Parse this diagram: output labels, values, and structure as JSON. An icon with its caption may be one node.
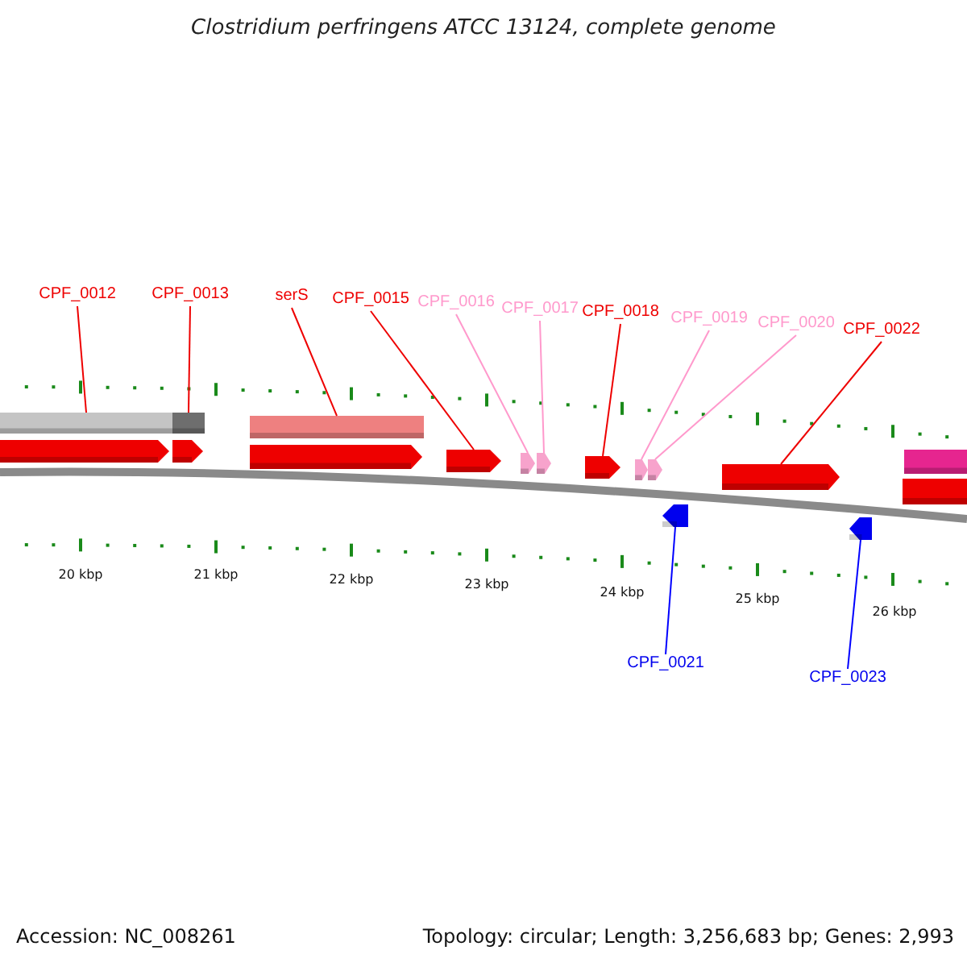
{
  "diagram": {
    "title": "Clostridium perfringens ATCC 13124, complete genome",
    "nodes": [
      {
        "text": [
          "CPF_0012"
        ]
      },
      {
        "text": [
          "CPF_0013"
        ]
      },
      {
        "text": [
          "serS"
        ]
      },
      {
        "text": [
          "CPF_0015"
        ]
      },
      {
        "text": [
          "CPF_0016"
        ]
      },
      {
        "text": [
          "CPF_0017"
        ]
      },
      {
        "text": [
          "CPF_0018"
        ]
      },
      {
        "text": [
          "CPF_0019"
        ]
      },
      {
        "text": [
          "CPF_0020"
        ]
      },
      {
        "text": [
          "CPF_0022"
        ]
      },
      {
        "text": [
          "CPF_0021"
        ]
      },
      {
        "text": [
          "CPF_0023"
        ]
      },
      {
        "text": [],
        "shape": "bar"
      },
      {
        "text": [],
        "shape": "bar"
      },
      {
        "text": [],
        "shape": "arrow"
      },
      {
        "text": [],
        "shape": "arrow"
      },
      {
        "text": [],
        "shape": "bar"
      },
      {
        "text": [],
        "shape": "arrow"
      },
      {
        "text": [],
        "shape": "arrow"
      },
      {
        "text": [],
        "shape": "arrow"
      },
      {
        "text": [],
        "shape": "arrow"
      },
      {
        "text": [],
        "shape": "arrow"
      },
      {
        "text": [],
        "shape": "arrow"
      },
      {
        "text": [],
        "shape": "arrow"
      },
      {
        "text": [],
        "shape": "arrow"
      },
      {
        "text": [],
        "shape": "arrow"
      },
      {
        "text": [],
        "shape": "arrow"
      },
      {
        "text": [],
        "shape": "bar"
      },
      {
        "text": [],
        "shape": "bar"
      }
    ],
    "edges": [
      {
        "from": 0,
        "to": 12,
        "arrow": "none"
      },
      {
        "from": 1,
        "to": 13,
        "arrow": "none"
      },
      {
        "from": 2,
        "to": 16,
        "arrow": "none"
      },
      {
        "from": 3,
        "to": 18,
        "arrow": "none"
      },
      {
        "from": 4,
        "to": 19,
        "arrow": "none",
        "color": "#ff99cc"
      },
      {
        "from": 5,
        "to": 20,
        "arrow": "none",
        "color": "#ff99cc"
      },
      {
        "from": 6,
        "to": 21,
        "arrow": "none"
      },
      {
        "from": 7,
        "to": 22,
        "arrow": "none",
        "color": "#ff99cc"
      },
      {
        "from": 8,
        "to": 23,
        "arrow": "none",
        "color": "#ff99cc"
      },
      {
        "from": 9,
        "to": 25,
        "arrow": "none"
      },
      {
        "from": 10,
        "to": 24,
        "arrow": "none",
        "color": "#0000ff"
      },
      {
        "from": 11,
        "to": 26,
        "arrow": "none",
        "color": "#0000ff"
      }
    ],
    "labels": [
      "20 kbp",
      "21 kbp",
      "22 kbp",
      "23 kbp",
      "24 kbp",
      "25 kbp",
      "26 kbp",
      "Accession: NC_008261",
      "Topology: circular; Length: 3,256,683 bp; Genes: 2,993"
    ]
  }
}
